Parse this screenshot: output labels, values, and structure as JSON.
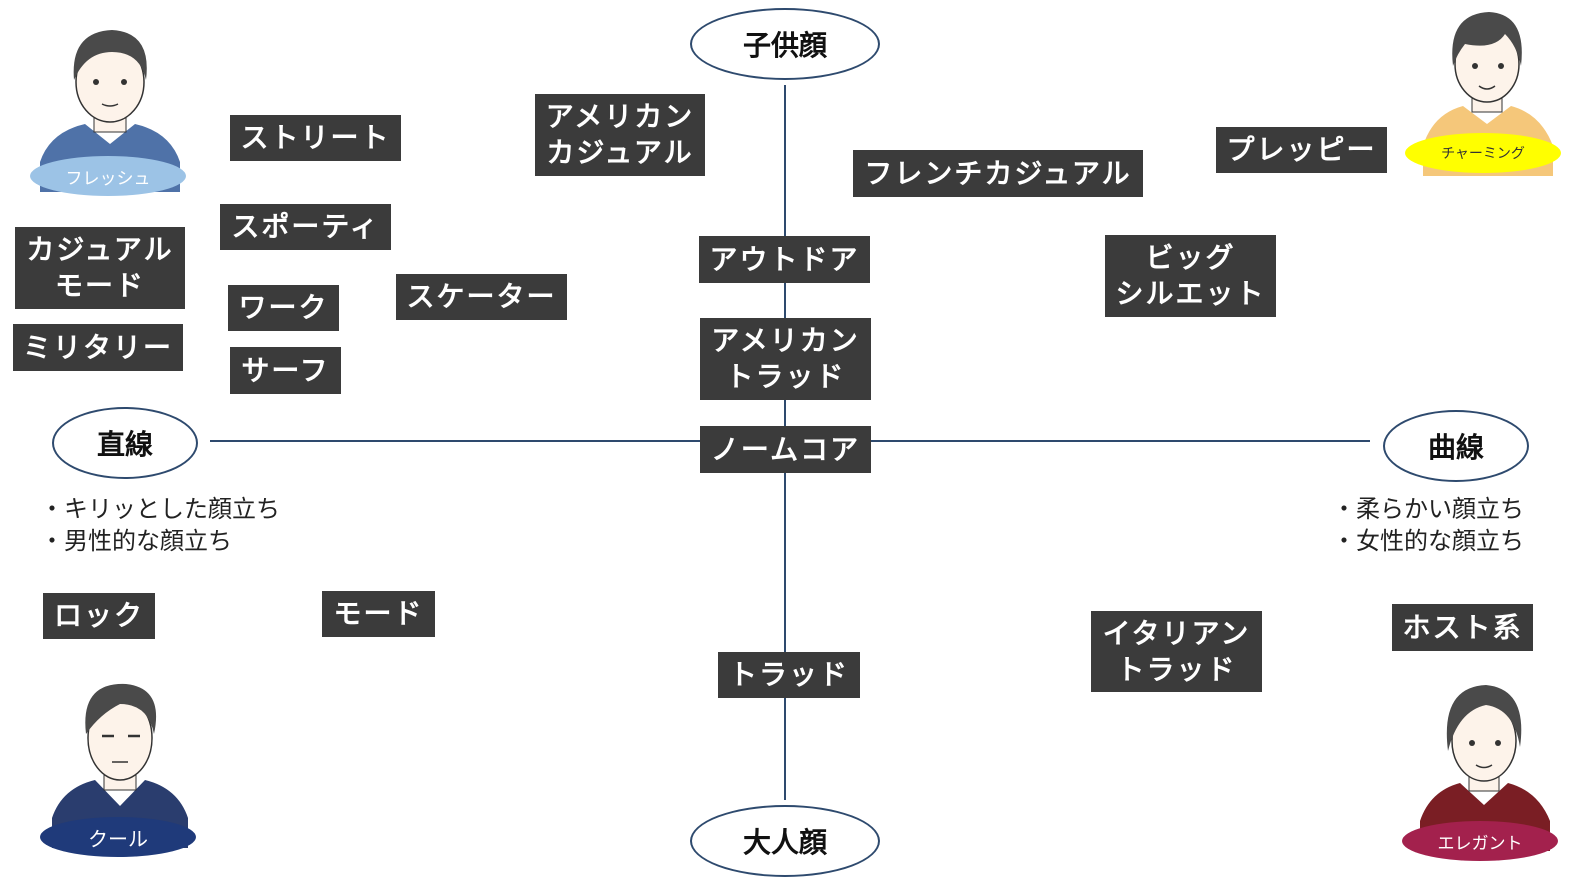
{
  "axes": {
    "top": "子供顔",
    "bottom": "大人顔",
    "left": "直線",
    "right": "曲線"
  },
  "notes": {
    "left": [
      "・キリッとした顔立ち",
      "・男性的な顔立ち"
    ],
    "right": [
      "・柔らかい顔立ち",
      "・女性的な顔立ち"
    ]
  },
  "personas": {
    "fresh": {
      "label": "フレッシュ",
      "color": "#9cc3e6",
      "text_color": "#ffffff",
      "shirt": "#4f72a8"
    },
    "charming": {
      "label": "チャーミング",
      "color": "#ffff00",
      "text_color": "#333333",
      "shirt": "#f5c77a"
    },
    "cool": {
      "label": "クール",
      "color": "#1f3a7a",
      "text_color": "#ffffff",
      "shirt": "#2a3d6e"
    },
    "elegant": {
      "label": "エレガント",
      "color": "#a3214d",
      "text_color": "#ffffff",
      "shirt": "#7a1e24"
    }
  },
  "styles": {
    "american_casual": "アメリカン\nカジュアル",
    "street": "ストリート",
    "french_casual": "フレンチカジュアル",
    "preppy": "プレッピー",
    "sporty": "スポーティ",
    "casual_mode": "カジュアル\nモード",
    "outdoor": "アウトドア",
    "big_silhouette": "ビッグ\nシルエット",
    "work": "ワーク",
    "skater": "スケーター",
    "military": "ミリタリー",
    "surf": "サーフ",
    "american_trad": "アメリカン\nトラッド",
    "normcore": "ノームコア",
    "rock": "ロック",
    "mode": "モード",
    "host": "ホスト系",
    "italian_trad": "イタリアン\nトラッド",
    "trad": "トラッド"
  },
  "colors": {
    "axis": "#2e4a6e",
    "tag_bg": "#3b3b3b",
    "tag_text": "#ffffff"
  }
}
